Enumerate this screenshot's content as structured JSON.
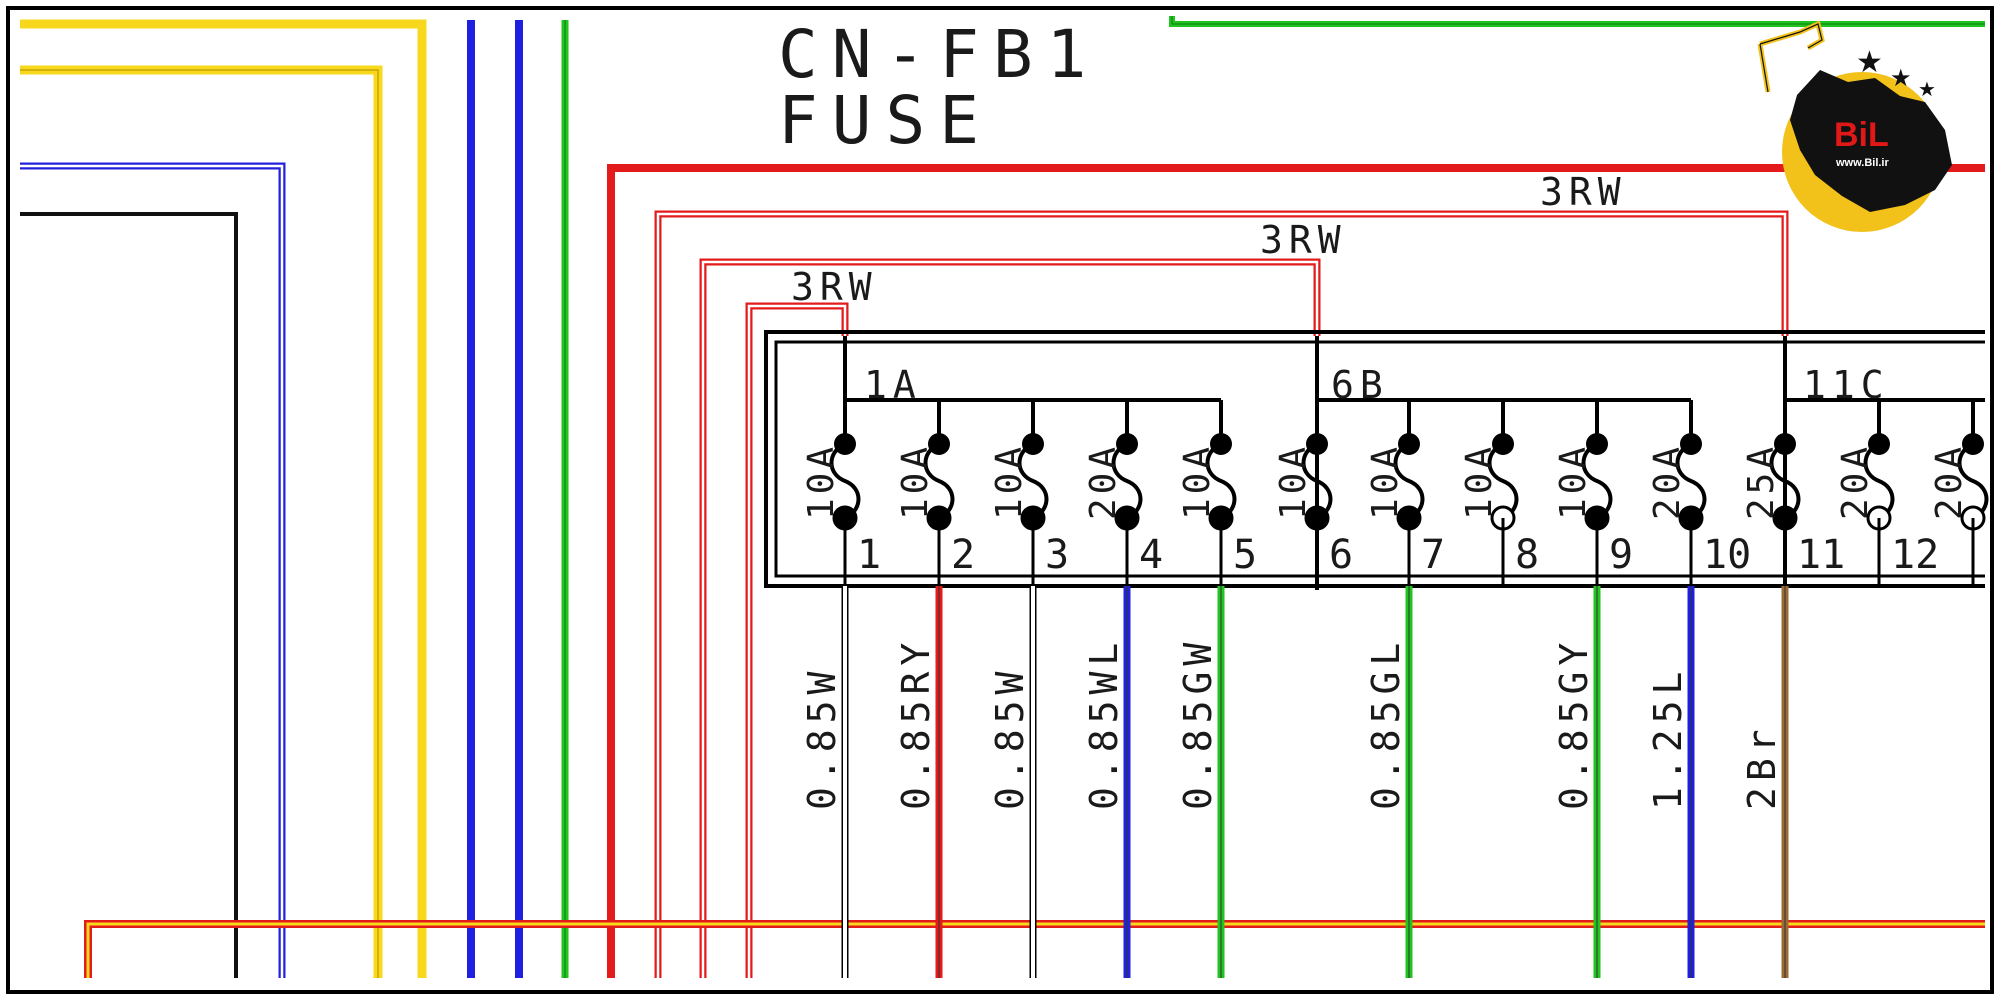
{
  "header": {
    "connector": "CN-FB1",
    "component": "FUSE"
  },
  "logo": {
    "brand": "BiL",
    "url": "www.Bil.ir",
    "colors": {
      "disc": "#f2c21b",
      "map": "#111111",
      "text": "#e01818"
    }
  },
  "supply_labels": [
    "3RW",
    "3RW",
    "3RW"
  ],
  "groups": [
    "1A",
    "6B",
    "11C"
  ],
  "fuses": [
    {
      "number": "1",
      "rating": "10A",
      "wire": "0.85W",
      "color": "#ffffff",
      "open": false
    },
    {
      "number": "2",
      "rating": "10A",
      "wire": "0.85RY",
      "color": "#e31b1b",
      "open": false
    },
    {
      "number": "3",
      "rating": "10A",
      "wire": "0.85W",
      "color": "#ffffff",
      "open": false
    },
    {
      "number": "4",
      "rating": "20A",
      "wire": "0.85WL",
      "color": "#2222dd",
      "open": false
    },
    {
      "number": "5",
      "rating": "10A",
      "wire": "0.85GW",
      "color": "#22c422",
      "open": false
    },
    {
      "number": "6",
      "rating": "10A",
      "wire": "",
      "color": "",
      "open": false
    },
    {
      "number": "7",
      "rating": "10A",
      "wire": "0.85GL",
      "color": "#22c422",
      "open": false
    },
    {
      "number": "8",
      "rating": "10A",
      "wire": "",
      "color": "",
      "open": true
    },
    {
      "number": "9",
      "rating": "10A",
      "wire": "0.85GY",
      "color": "#22c422",
      "open": false
    },
    {
      "number": "10",
      "rating": "20A",
      "wire": "1.25L",
      "color": "#1f1fe0",
      "open": false
    },
    {
      "number": "11",
      "rating": "25A",
      "wire": "2Br",
      "color": "#9a6b35",
      "open": false
    },
    {
      "number": "12",
      "rating": "20A",
      "wire": "",
      "color": "",
      "open": true
    },
    {
      "number": "",
      "rating": "20A",
      "wire": "",
      "color": "",
      "open": true
    }
  ],
  "wire_colors": {
    "yellow": "#f7d81c",
    "blue": "#1f1fe0",
    "green": "#22c422",
    "red": "#e31b1b",
    "black": "#111111",
    "brown": "#9a6b35"
  }
}
